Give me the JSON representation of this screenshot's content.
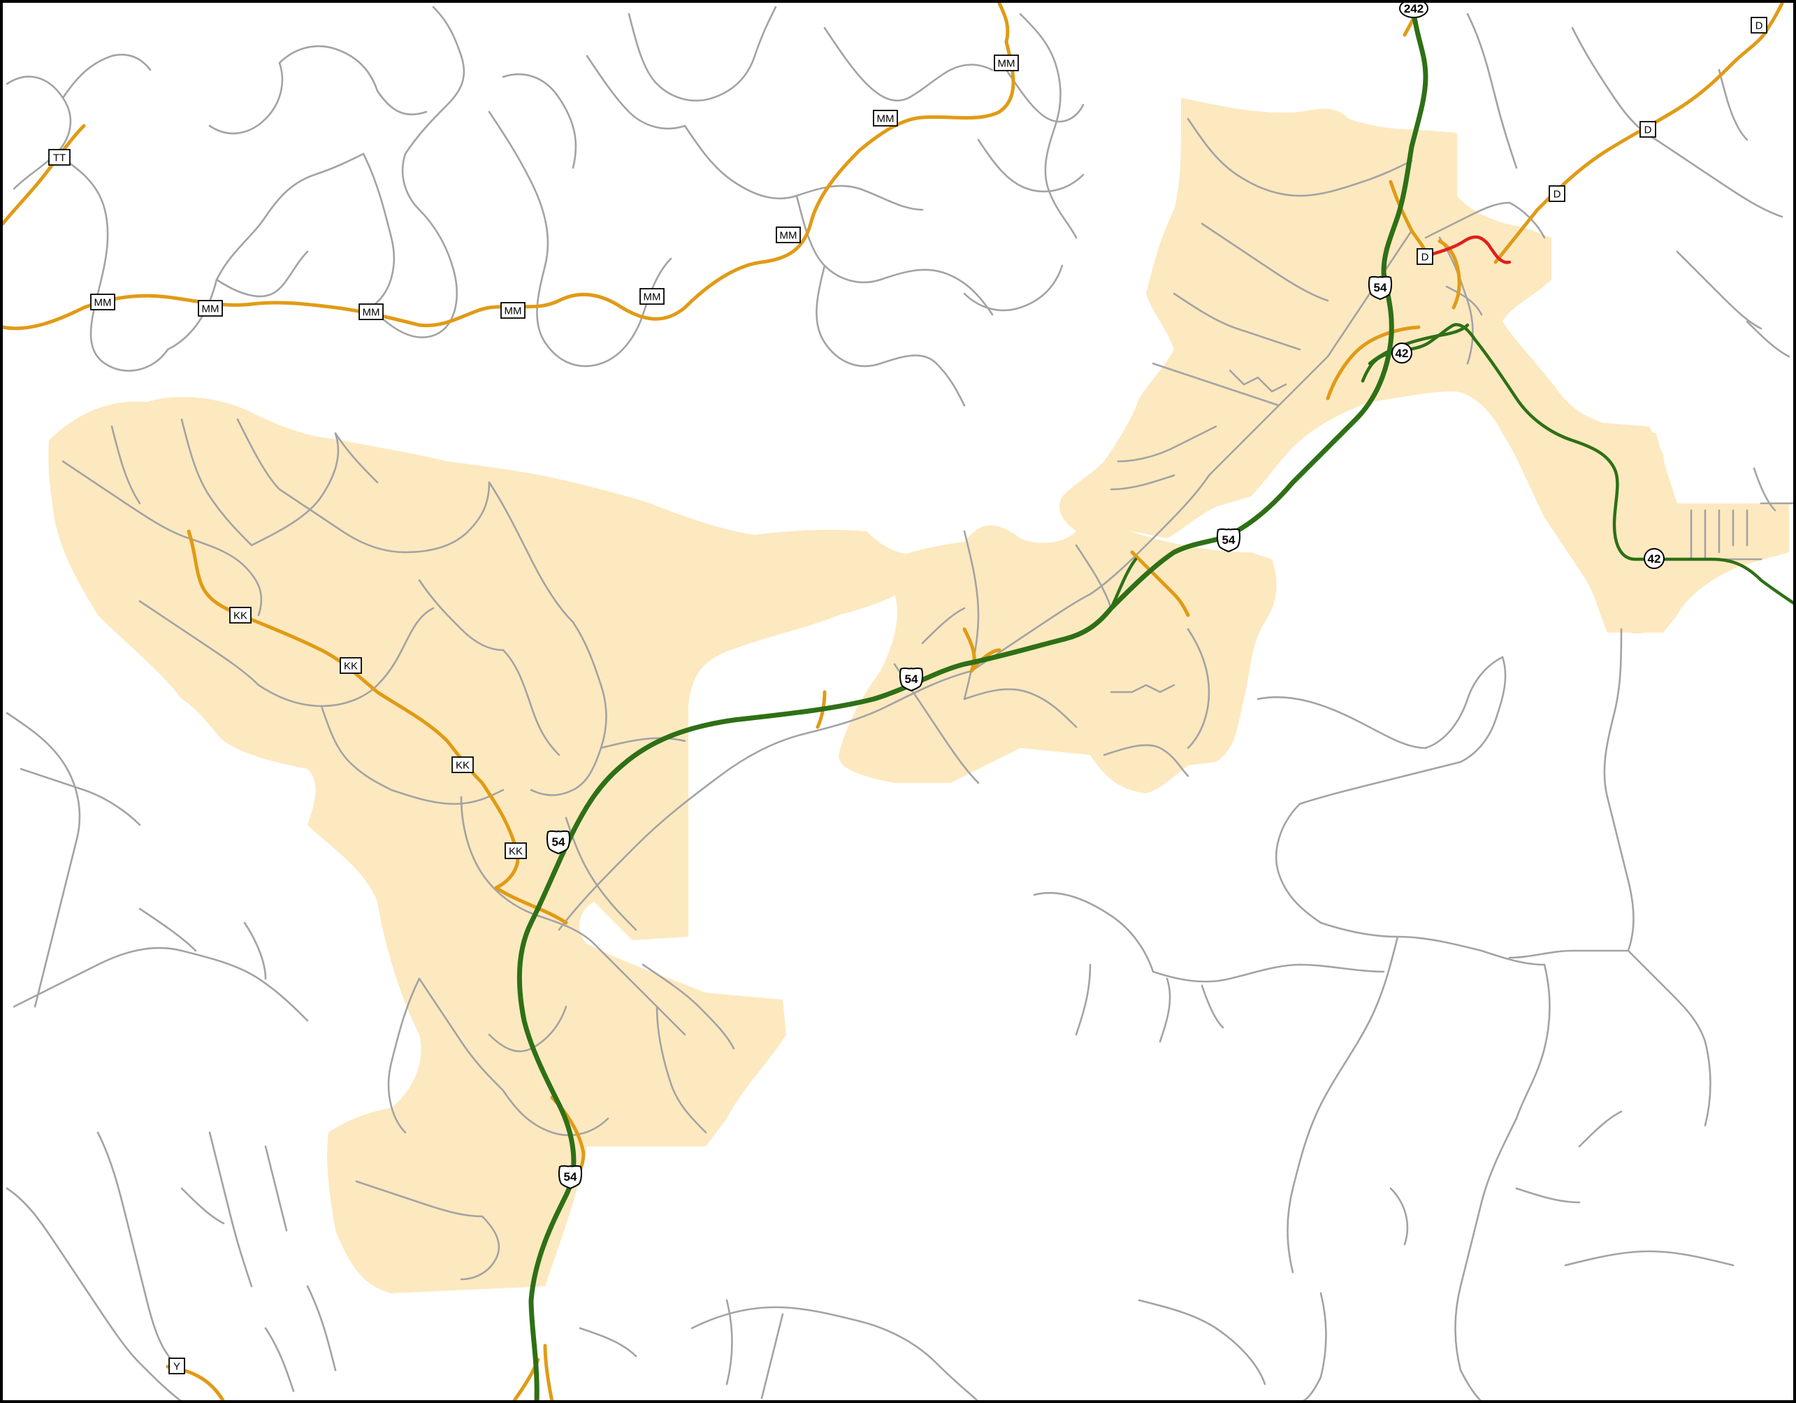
{
  "colors": {
    "background": "#ffffff",
    "frame": "#000000",
    "urban_area": "#fde9c0",
    "local_road": "#a3a3a3",
    "state_route": "#e09b16",
    "us_highway": "#2e7016",
    "closed_segment": "#e0201b"
  },
  "routes": {
    "mm": "MM",
    "tt": "TT",
    "kk": "KK",
    "d": "D",
    "y": "Y",
    "us54": "54",
    "mo42": "42",
    "mo242": "242"
  }
}
